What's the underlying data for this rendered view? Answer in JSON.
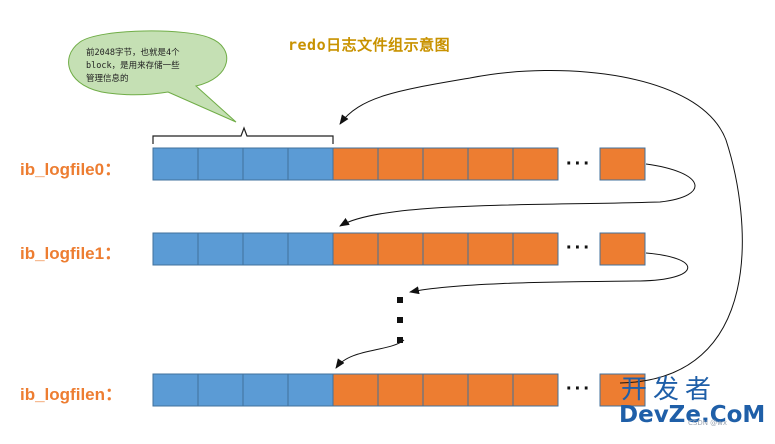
{
  "title": "redo日志文件组示意图",
  "callout": {
    "lines": [
      "前2048字节，也就是4个",
      "block，是用来存储一些",
      "管理信息的"
    ]
  },
  "files": [
    {
      "label": "ib_logfile0：",
      "blue_blocks": 4,
      "orange_blocks": 5,
      "ellipsis": "···",
      "tail_blocks": 1
    },
    {
      "label": "ib_logfile1：",
      "blue_blocks": 4,
      "orange_blocks": 5,
      "ellipsis": "···",
      "tail_blocks": 1
    },
    {
      "label": "ib_logfilen：",
      "blue_blocks": 4,
      "orange_blocks": 5,
      "ellipsis": "···",
      "tail_blocks": 1
    }
  ],
  "colors": {
    "blue_block": "#5b9bd5",
    "orange_block": "#ed7d31",
    "block_border": "#41719c",
    "label": "#ed7d31",
    "title": "#c89200",
    "callout_fill": "#c5e0b4",
    "callout_stroke": "#70ad47"
  },
  "watermark": {
    "cn": "开发者",
    "en": "DevZe.CoM",
    "tiny": "CSDN @wx"
  }
}
